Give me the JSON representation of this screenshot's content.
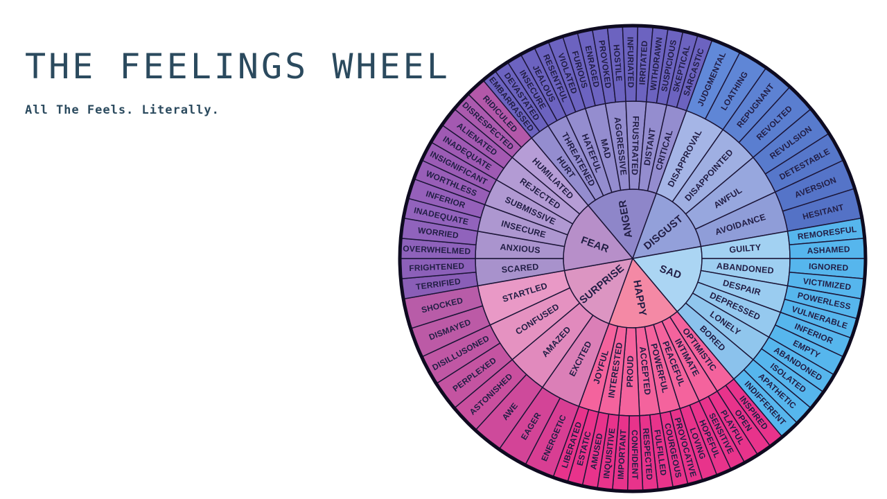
{
  "header": {
    "title": "THE FEELINGS WHEEL",
    "subtitle": "All The Feels. Literally."
  },
  "wheel": {
    "label_color": "#221e45",
    "wedge_stroke_color": "#1b1537",
    "outline_color": "#0e0b20",
    "sectors": [
      {
        "id": "anger",
        "label": "ANGER",
        "start_angle": 230,
        "core_color": "#8e86c9",
        "middle_color": "#948dcf",
        "outer_color": "#6c63c0",
        "middle": [
          "HURT",
          "THREATENED",
          "HATEFUL",
          "MAD",
          "AGGRESSIVE",
          "FRUSTRATED",
          "DISTANT",
          "CRITICAL"
        ],
        "outer": [
          "EMBARRASSED",
          "DEVASTATED",
          "INSECURE",
          "JEALOUS",
          "RESENTFUL",
          "VIOLATED",
          "FURIOUS",
          "ENRAGED",
          "PROVOKED",
          "HOSTILE",
          "INFURIATED",
          "IRRITATED",
          "WITHDRAWN",
          "SUSPICIOUS",
          "SKEPTICAL",
          "SARCASTIC"
        ]
      },
      {
        "id": "disgust",
        "label": "DISGUST",
        "start_angle": 290,
        "core_color": "#93a0da",
        "middle_colors": [
          "#a5b5e6",
          "#9fafe2",
          "#97a7de",
          "#8f9dd8"
        ],
        "outer_colors": [
          "#6189d9",
          "#5f86d6",
          "#5d82d3",
          "#5a7ed0",
          "#587bcd",
          "#5677ca",
          "#5574c8",
          "#5472c6"
        ],
        "middle": [
          "DISAPPROVAL",
          "DISAPPOINTED",
          "AWFUL",
          "AVOIDANCE"
        ],
        "outer": [
          "JUDGMENTAL",
          "LOATHING",
          "REPUGNANT",
          "REVOLTED",
          "REVULSION",
          "DETESTABLE",
          "AVERSION",
          "HESITANT"
        ]
      },
      {
        "id": "sad",
        "label": "SAD",
        "start_angle": 350,
        "core_color": "#abd5f3",
        "middle_colors": [
          "#a2d1f2",
          "#9ecff1",
          "#9accf0",
          "#95c9ef",
          "#90c6ed",
          "#8bc2ec"
        ],
        "outer_color": "#56b6ed",
        "middle": [
          "GUILTY",
          "ABANDONED",
          "DESPAIR",
          "DEPRESSED",
          "LONELY",
          "BORED"
        ],
        "outer": [
          "REMORESFUL",
          "ASHAMED",
          "IGNORED",
          "VICTIMIZED",
          "POWERLESS",
          "VULNERABLE",
          "INFERIOR",
          "EMPTY",
          "ABANDONED",
          "ISOLATED",
          "APATHETIC",
          "INDIFFERENT"
        ]
      },
      {
        "id": "happy",
        "label": "HAPPY",
        "start_angle": 50,
        "core_color": "#f489a5",
        "middle_color": "#f4639d",
        "outer_color": "#e8338b",
        "middle": [
          "OPTIMISTIC",
          "INTIMATE",
          "PEACEFUL",
          "POWERFUL",
          "ACCEPTED",
          "PROUD",
          "INTERESTED",
          "JOYFUL"
        ],
        "outer": [
          "INSPIRED",
          "OPEN",
          "PLAYFUL",
          "SENSITIVE",
          "HOPEFUL",
          "LOVING",
          "PROVOCATIVE",
          "COURGEOUS",
          "FULFILLED",
          "RESPECTED",
          "CONFIDENT",
          "IMPORTANT",
          "INQUISITIVE",
          "AMUSED",
          "ESTATIC",
          "LIBERATED"
        ]
      },
      {
        "id": "surprise",
        "label": "SURPRISE",
        "start_angle": 110,
        "core_color": "#dc95c2",
        "middle_colors": [
          "#db7fb7",
          "#e18abd",
          "#e592c1",
          "#e999c6"
        ],
        "outer_colors": [
          "#d83e93",
          "#d34497",
          "#ce4a9b",
          "#c94f9e",
          "#c454a1",
          "#c057a4",
          "#bc5aa6",
          "#b85ca8"
        ],
        "middle": [
          "EXCITED",
          "AMAZED",
          "CONFUSED",
          "STARTLED"
        ],
        "outer": [
          "ENERGETIC",
          "EAGER",
          "AWE",
          "ASTONISHED",
          "PERPLEXED",
          "DISILLUSONED",
          "DISMAYED",
          "SHOCKED"
        ]
      },
      {
        "id": "fear",
        "label": "FEAR",
        "start_angle": 170,
        "core_color": "#b78fc9",
        "middle_colors": [
          "#a892cc",
          "#aa94ce",
          "#ad97d0",
          "#b099d2",
          "#b39bd4",
          "#b69dd6"
        ],
        "outer_colors": [
          "#8a5eb7",
          "#8c60b9",
          "#8e62bb",
          "#9063bc",
          "#9263bc",
          "#9560ba",
          "#985eb7",
          "#9b5cb5",
          "#9f5ab3",
          "#a459b1",
          "#ab5aae",
          "#b358a9"
        ],
        "middle": [
          "SCARED",
          "ANXIOUS",
          "INSECURE",
          "SUBMISSIVE",
          "REJECTED",
          "HUMILIATED"
        ],
        "outer": [
          "TERRIFIED",
          "FRIGHTENED",
          "OVERWHELMED",
          "WORRIED",
          "INADEQUATE",
          "INFERIOR",
          "WORTHLESS",
          "INSIGNIFICANT",
          "INADEQUATE",
          "ALIENATED",
          "DISRESPECTED",
          "RIDICULED"
        ]
      }
    ]
  }
}
